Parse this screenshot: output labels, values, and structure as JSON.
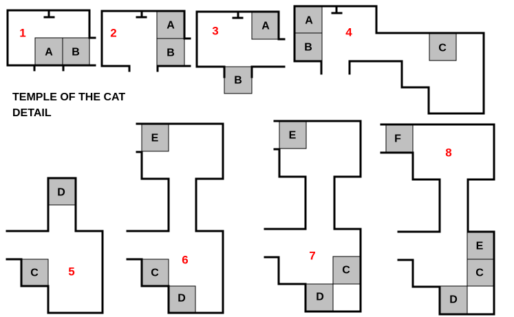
{
  "title": {
    "line1": "TEMPLE OF THE CAT",
    "line2": "DETAIL"
  },
  "colors": {
    "wall": "#000000",
    "block": "#c0c0c0",
    "room_number": "#ff0000"
  },
  "panels": [
    {
      "number": "1",
      "blocks": [
        "A",
        "B"
      ]
    },
    {
      "number": "2",
      "blocks": [
        "A",
        "B"
      ]
    },
    {
      "number": "3",
      "blocks": [
        "A",
        "B"
      ]
    },
    {
      "number": "4",
      "blocks": [
        "A",
        "B",
        "C"
      ]
    },
    {
      "number": "5",
      "blocks": [
        "D",
        "C"
      ]
    },
    {
      "number": "6",
      "blocks": [
        "E",
        "C",
        "D"
      ]
    },
    {
      "number": "7",
      "blocks": [
        "E",
        "C",
        "D"
      ]
    },
    {
      "number": "8",
      "blocks": [
        "F",
        "E",
        "C",
        "D"
      ]
    }
  ]
}
